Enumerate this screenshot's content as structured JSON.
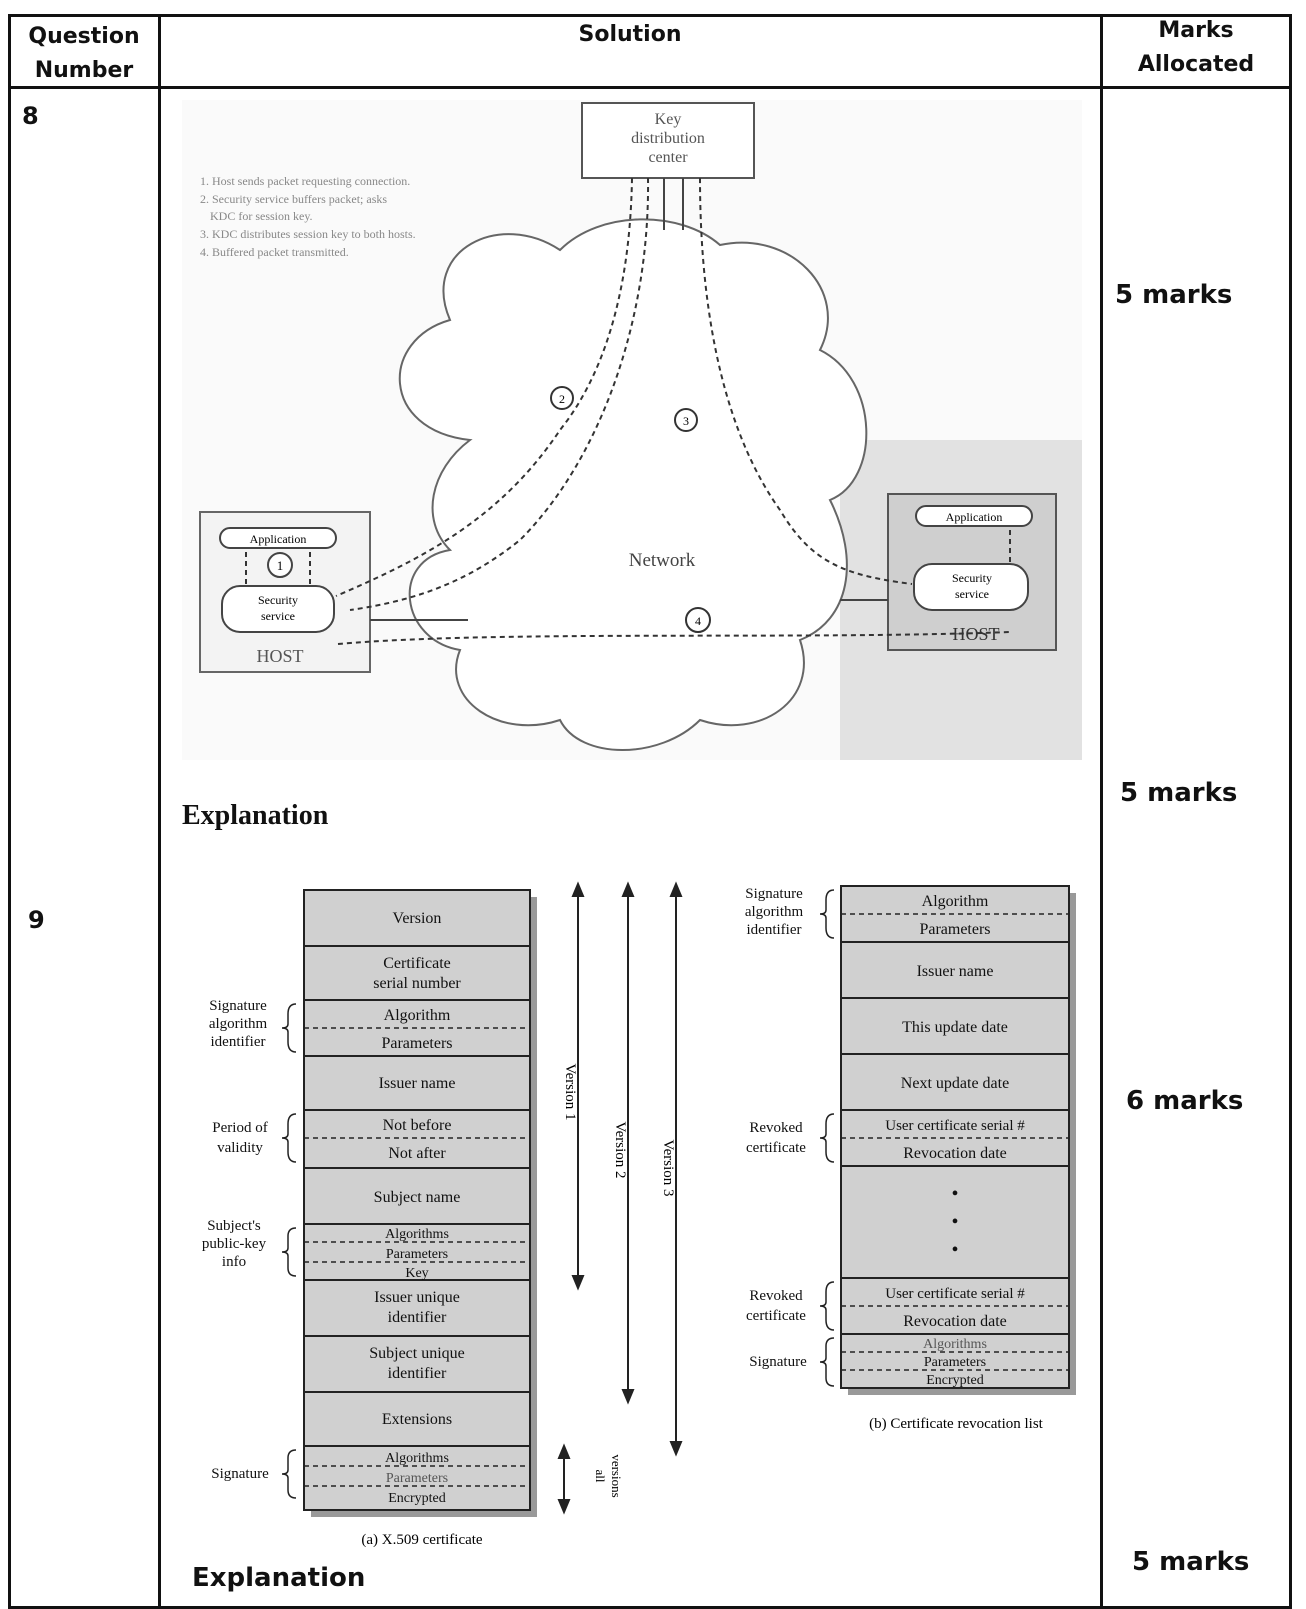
{
  "table": {
    "headers": {
      "question": [
        "Question",
        "Number"
      ],
      "solution": "Solution",
      "marks": [
        "Marks",
        "Allocated"
      ]
    }
  },
  "q8": {
    "number": "8",
    "kdc_label": [
      "Key",
      "distribution",
      "center"
    ],
    "steps": [
      "1. Host sends packet requesting connection.",
      "2. Security service buffers packet; asks",
      "KDC for session key.",
      "3. KDC distributes session key to both hosts.",
      "4. Buffered packet transmitted."
    ],
    "network_label": "Network",
    "left_host": {
      "application": "Application",
      "security": [
        "Security",
        "service"
      ],
      "host": "HOST",
      "step": "1"
    },
    "right_host": {
      "application": "Application",
      "security": [
        "Security",
        "service"
      ],
      "host": "HOST"
    },
    "step_labels": [
      "2",
      "3",
      "4"
    ],
    "explanation": "Explanation",
    "marks_1": "5 marks",
    "marks_2": "5 marks"
  },
  "q9": {
    "number": "9",
    "cert_fields": [
      [
        "Version"
      ],
      [
        "Certificate",
        "serial number"
      ],
      [
        "Algorithm",
        "Parameters"
      ],
      [
        "Issuer name"
      ],
      [
        "Not before",
        "Not after"
      ],
      [
        "Subject name"
      ],
      [
        "Algorithms",
        "Parameters",
        "Key"
      ],
      [
        "Issuer unique",
        "identifier"
      ],
      [
        "Subject unique",
        "identifier"
      ],
      [
        "Extensions"
      ],
      [
        "Algorithms",
        "Parameters",
        "Encrypted"
      ]
    ],
    "cert_side_labels": [
      [
        "Signature",
        "algorithm",
        "identifier"
      ],
      [
        "Period of",
        "validity"
      ],
      [
        "Subject's",
        "public-key",
        "info"
      ],
      [
        "Signature"
      ]
    ],
    "versions": [
      "Version 1",
      "Version 2",
      "Version 3"
    ],
    "all_versions": [
      "all",
      "versions"
    ],
    "cert_caption": "(a) X.509 certificate",
    "crl_fields": [
      [
        "Algorithm",
        "Parameters"
      ],
      [
        "Issuer name"
      ],
      [
        "This update date"
      ],
      [
        "Next update date"
      ],
      [
        "User certificate serial #",
        "Revocation date"
      ],
      [
        "•",
        "•",
        "•"
      ],
      [
        "User certificate serial #",
        "Revocation date"
      ],
      [
        "Algorithms",
        "Parameters",
        "Encrypted"
      ]
    ],
    "crl_side_labels": [
      [
        "Signature",
        "algorithm",
        "identifier"
      ],
      [
        "Revoked",
        "certificate"
      ],
      [
        "Revoked",
        "certificate"
      ],
      [
        "Signature"
      ]
    ],
    "crl_caption": "(b) Certificate revocation list",
    "explanation": "Explanation",
    "marks_1": "6 marks",
    "marks_2": "5 marks"
  }
}
